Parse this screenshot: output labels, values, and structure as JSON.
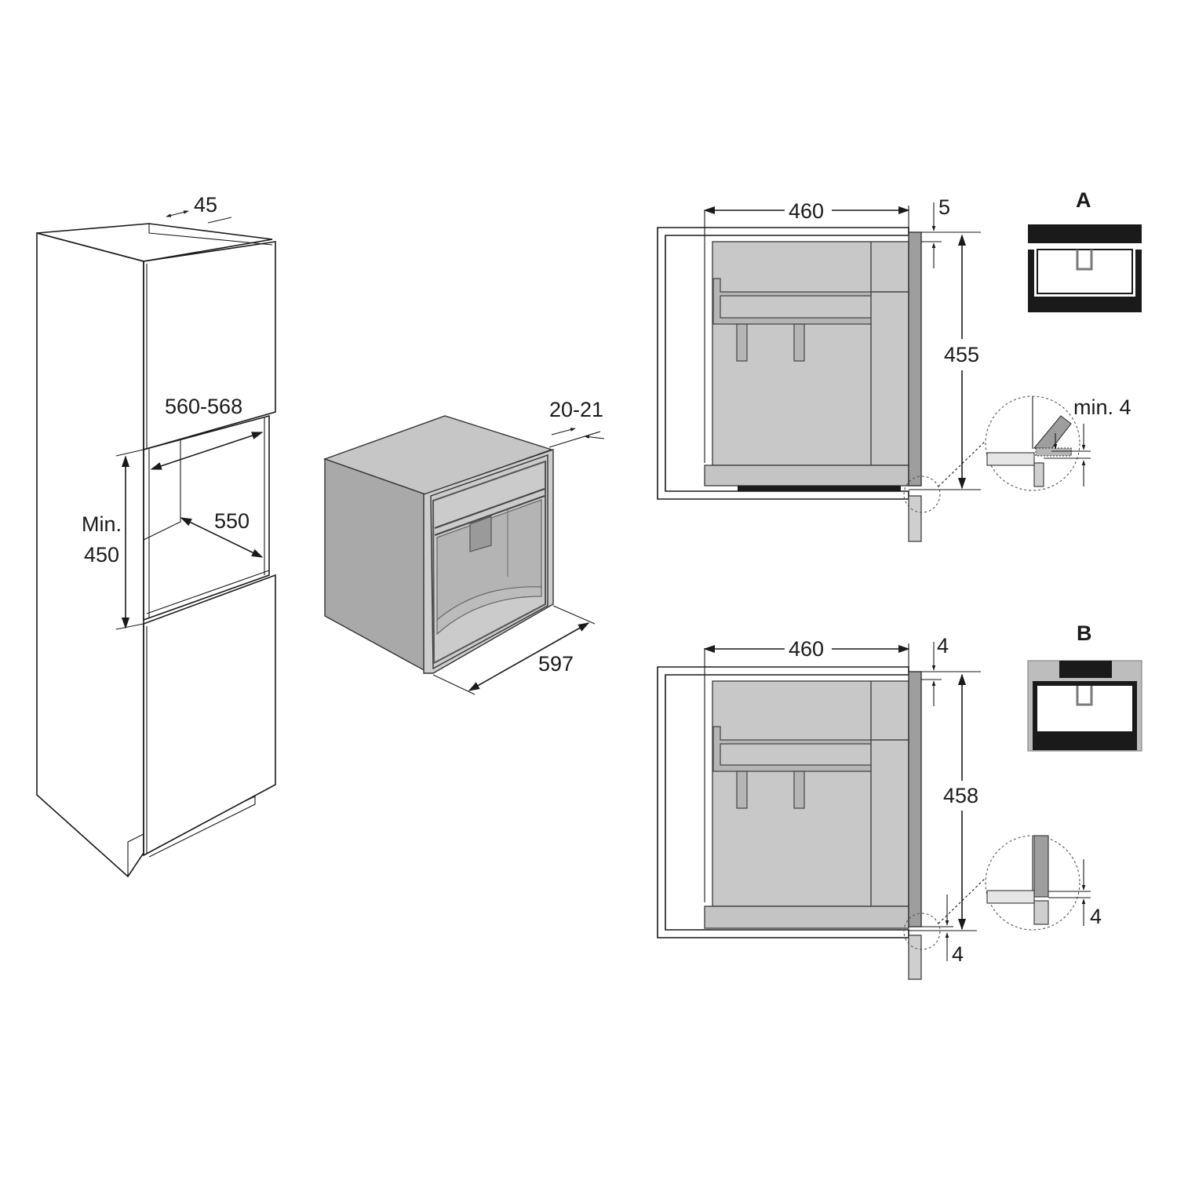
{
  "colors": {
    "line": "#1a1a1a",
    "appliance_gray": "#c8c8c8",
    "appliance_dark": "#a9a9a9",
    "appliance_mid": "#9e9e9e",
    "panel_black": "#1a1a1a",
    "white": "#ffffff"
  },
  "cabinet": {
    "depth_top": "45",
    "width_inner": "560-568",
    "depth_inner": "550",
    "height_min_line1": "Min.",
    "height_min_line2": "450"
  },
  "appliance": {
    "frame_thickness": "20-21",
    "width": "597"
  },
  "view_a": {
    "label": "A",
    "depth": "460",
    "top_gap": "5",
    "height": "455",
    "detail_gap": "min. 4"
  },
  "view_b": {
    "label": "B",
    "depth": "460",
    "top_gap": "4",
    "height": "458",
    "bottom_gap": "4",
    "detail_gap": "4"
  }
}
